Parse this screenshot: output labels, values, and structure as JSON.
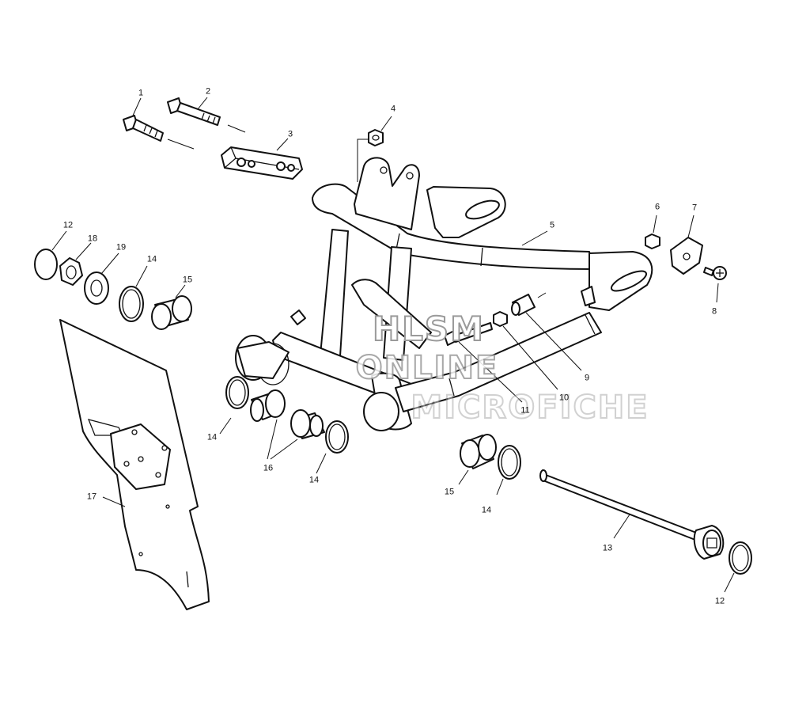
{
  "watermark": {
    "line1": "HLSM",
    "line2": "ONLINE",
    "line3": "MICROFICHE"
  },
  "callouts": [
    {
      "id": "c1",
      "text": "1"
    },
    {
      "id": "c2",
      "text": "2"
    },
    {
      "id": "c3",
      "text": "3"
    },
    {
      "id": "c4",
      "text": "4"
    },
    {
      "id": "c5",
      "text": "5"
    },
    {
      "id": "c6",
      "text": "6"
    },
    {
      "id": "c7",
      "text": "7"
    },
    {
      "id": "c8",
      "text": "8"
    },
    {
      "id": "c9",
      "text": "9"
    },
    {
      "id": "c10",
      "text": "10"
    },
    {
      "id": "c11",
      "text": "11"
    },
    {
      "id": "c12a",
      "text": "12"
    },
    {
      "id": "c12b",
      "text": "12"
    },
    {
      "id": "c13",
      "text": "13"
    },
    {
      "id": "c14a",
      "text": "14"
    },
    {
      "id": "c14b",
      "text": "14"
    },
    {
      "id": "c14c",
      "text": "14"
    },
    {
      "id": "c14d",
      "text": "14"
    },
    {
      "id": "c15a",
      "text": "15"
    },
    {
      "id": "c15b",
      "text": "15"
    },
    {
      "id": "c16",
      "text": "16"
    },
    {
      "id": "c17",
      "text": "17"
    },
    {
      "id": "c18",
      "text": "18"
    },
    {
      "id": "c19",
      "text": "19"
    }
  ]
}
